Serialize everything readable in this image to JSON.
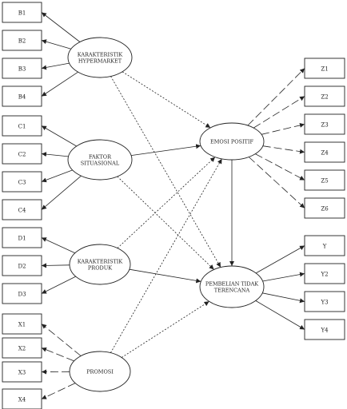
{
  "indicators_left": [
    {
      "id": "B1",
      "label": "B1"
    },
    {
      "id": "B2",
      "label": "B2"
    },
    {
      "id": "B3",
      "label": "B3"
    },
    {
      "id": "B4",
      "label": "B4"
    },
    {
      "id": "C1",
      "label": "C1"
    },
    {
      "id": "C2",
      "label": "C2"
    },
    {
      "id": "C3",
      "label": "C3"
    },
    {
      "id": "C4",
      "label": "C4"
    },
    {
      "id": "D1",
      "label": "D1"
    },
    {
      "id": "D2",
      "label": "D2"
    },
    {
      "id": "D3",
      "label": "D3"
    },
    {
      "id": "X1",
      "label": "X1"
    },
    {
      "id": "X2",
      "label": "X2"
    },
    {
      "id": "X3",
      "label": "X3"
    },
    {
      "id": "X4",
      "label": "X4"
    }
  ],
  "indicators_right": [
    {
      "id": "Z1",
      "label": "Z1"
    },
    {
      "id": "Z2",
      "label": "Z2"
    },
    {
      "id": "Z3",
      "label": "Z3"
    },
    {
      "id": "Z4",
      "label": "Z4"
    },
    {
      "id": "Z5",
      "label": "Z5"
    },
    {
      "id": "Z6",
      "label": "Z6"
    },
    {
      "id": "Y1",
      "label": "Y"
    },
    {
      "id": "Y2",
      "label": "Y2"
    },
    {
      "id": "Y3",
      "label": "Y3"
    },
    {
      "id": "Y4",
      "label": "Y4"
    }
  ],
  "constructs": [
    {
      "id": "KH",
      "lines": [
        "KARAKTERISTIK",
        "HYPERMARKET"
      ]
    },
    {
      "id": "FS",
      "lines": [
        "FAKTOR",
        "SITUASIONAL"
      ]
    },
    {
      "id": "KP",
      "lines": [
        "KARAKTERISTIK",
        "PRODUK"
      ]
    },
    {
      "id": "PR",
      "lines": [
        "PROMOSI"
      ]
    },
    {
      "id": "EP",
      "lines": [
        "EMOSI POSITIF"
      ]
    },
    {
      "id": "PT",
      "lines": [
        "PEMBELIAN TIDAK",
        "TERENCANA"
      ]
    }
  ],
  "measurement_links": [
    {
      "from": "KH",
      "to": "B1"
    },
    {
      "from": "KH",
      "to": "B2"
    },
    {
      "from": "KH",
      "to": "B3"
    },
    {
      "from": "KH",
      "to": "B4"
    },
    {
      "from": "FS",
      "to": "C1"
    },
    {
      "from": "FS",
      "to": "C2"
    },
    {
      "from": "FS",
      "to": "C3"
    },
    {
      "from": "FS",
      "to": "C4"
    },
    {
      "from": "KP",
      "to": "D1"
    },
    {
      "from": "KP",
      "to": "D2"
    },
    {
      "from": "KP",
      "to": "D3"
    },
    {
      "from": "PR",
      "to": "X1"
    },
    {
      "from": "PR",
      "to": "X2"
    },
    {
      "from": "PR",
      "to": "X3"
    },
    {
      "from": "PR",
      "to": "X4"
    },
    {
      "from": "EP",
      "to": "Z1"
    },
    {
      "from": "EP",
      "to": "Z2"
    },
    {
      "from": "EP",
      "to": "Z3"
    },
    {
      "from": "EP",
      "to": "Z4"
    },
    {
      "from": "EP",
      "to": "Z5"
    },
    {
      "from": "EP",
      "to": "Z6"
    },
    {
      "from": "PT",
      "to": "Y1"
    },
    {
      "from": "PT",
      "to": "Y2"
    },
    {
      "from": "PT",
      "to": "Y3"
    },
    {
      "from": "PT",
      "to": "Y4"
    }
  ],
  "structural_links": [
    {
      "from": "KH",
      "to": "EP",
      "style": "dotted"
    },
    {
      "from": "KH",
      "to": "PT",
      "style": "dotted"
    },
    {
      "from": "FS",
      "to": "EP",
      "style": "solid"
    },
    {
      "from": "FS",
      "to": "PT",
      "style": "dotted"
    },
    {
      "from": "KP",
      "to": "EP",
      "style": "dotted"
    },
    {
      "from": "KP",
      "to": "PT",
      "style": "solid"
    },
    {
      "from": "PR",
      "to": "EP",
      "style": "dotted"
    },
    {
      "from": "PR",
      "to": "PT",
      "style": "dotted"
    },
    {
      "from": "EP",
      "to": "PT",
      "style": "solid"
    }
  ],
  "colors": {
    "stroke": "#222222",
    "background": "#ffffff"
  }
}
